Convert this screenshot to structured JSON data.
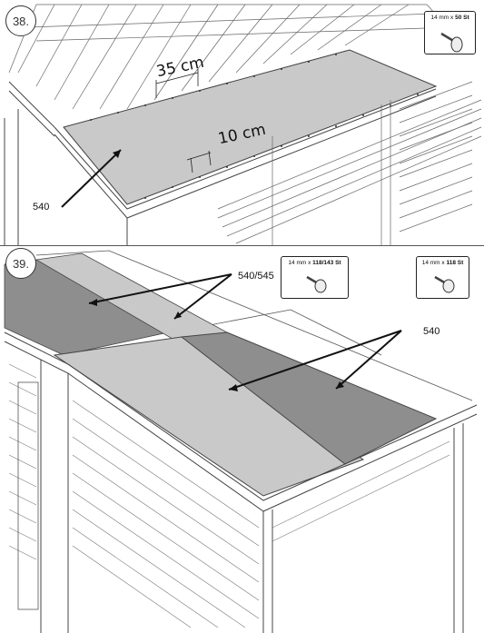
{
  "step38": {
    "number": "38.",
    "hardware": {
      "spec": "14 mm x ",
      "count": "50 St"
    },
    "dimension_top": "35 cm",
    "dimension_bottom": "10 cm",
    "part_label": "540"
  },
  "step39": {
    "number": "39.",
    "hardware_left": {
      "spec": "14 mm x ",
      "count": "118/143 St"
    },
    "hardware_right": {
      "spec": "14 mm x ",
      "count": "118 St"
    },
    "part_label_top": "540/545",
    "part_label_right": "540"
  },
  "icons": {
    "nail": "roofing-nail-icon",
    "arrow": "pointer-arrow-icon"
  },
  "colors": {
    "felt_light": "#c9c9c9",
    "felt_dark": "#8e8e8e",
    "felt_medium": "#a9a9a9",
    "wood_line": "#444444"
  }
}
